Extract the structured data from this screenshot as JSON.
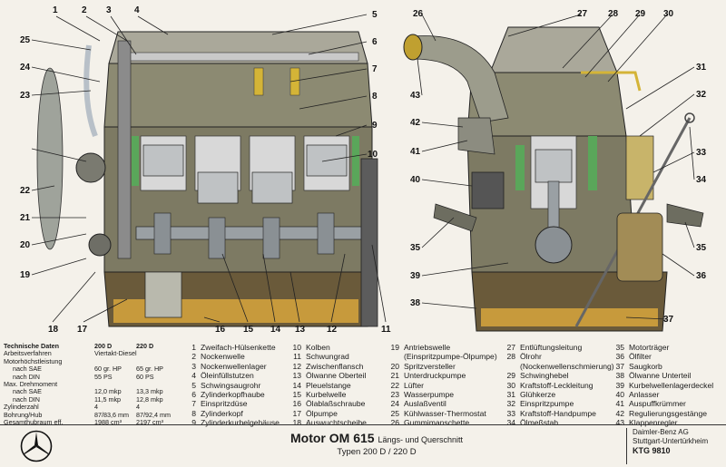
{
  "callouts_left": [
    "1",
    "2",
    "3",
    "4",
    "5",
    "6",
    "7",
    "8",
    "9",
    "10",
    "11",
    "12",
    "13",
    "14",
    "15",
    "16",
    "17",
    "18",
    "19",
    "20",
    "21",
    "22",
    "23",
    "24",
    "25"
  ],
  "callouts_right": [
    "26",
    "27",
    "28",
    "29",
    "30",
    "31",
    "32",
    "33",
    "34",
    "35",
    "36",
    "37",
    "38",
    "39",
    "35",
    "40",
    "41",
    "42",
    "43"
  ],
  "tech": {
    "title": "Technische Daten",
    "col1": "200 D",
    "col2": "220 D",
    "rows": [
      {
        "label": "Arbeitsverfahren",
        "v1": "Viertakt-Diesel",
        "v2": ""
      },
      {
        "label": "Motorhöchstleistung",
        "v1": "",
        "v2": ""
      },
      {
        "label": "nach SAE",
        "v1": "60 gr. HP",
        "v2": "65 gr. HP"
      },
      {
        "label": "nach DIN",
        "v1": "55 PS",
        "v2": "60 PS"
      },
      {
        "label": "Max. Drehmoment",
        "v1": "",
        "v2": ""
      },
      {
        "label": "nach SAE",
        "v1": "12,0 mkp",
        "v2": "13,3 mkp"
      },
      {
        "label": "nach DIN",
        "v1": "11,5 mkp",
        "v2": "12,8 mkp"
      },
      {
        "label": "Zylinderzahl",
        "v1": "4",
        "v2": "4"
      },
      {
        "label": "Bohrung/Hub",
        "v1": "87/83,6 mm",
        "v2": "87/92,4 mm"
      },
      {
        "label": "Gesamthubraum eff.",
        "v1": "1988 cm³",
        "v2": "2197 cm³"
      }
    ]
  },
  "legend": [
    [
      {
        "n": "1",
        "t": "Zweifach-Hülsenkette"
      },
      {
        "n": "2",
        "t": "Nockenwelle"
      },
      {
        "n": "3",
        "t": "Nockenwellenlager"
      },
      {
        "n": "4",
        "t": "Öleinfüllstutzen"
      },
      {
        "n": "5",
        "t": "Schwingsaugrohr"
      },
      {
        "n": "6",
        "t": "Zylinderkopfhaube"
      },
      {
        "n": "7",
        "t": "Einspritzdüse"
      },
      {
        "n": "8",
        "t": "Zylinderkopf"
      },
      {
        "n": "9",
        "t": "Zylinderkurbelgehäuse"
      }
    ],
    [
      {
        "n": "10",
        "t": "Kolben"
      },
      {
        "n": "11",
        "t": "Schwungrad"
      },
      {
        "n": "12",
        "t": "Zwischenflansch"
      },
      {
        "n": "13",
        "t": "Ölwanne Oberteil"
      },
      {
        "n": "14",
        "t": "Pleuelstange"
      },
      {
        "n": "15",
        "t": "Kurbelwelle"
      },
      {
        "n": "16",
        "t": "Ölablaßschraube"
      },
      {
        "n": "17",
        "t": "Ölpumpe"
      },
      {
        "n": "18",
        "t": "Auswuchtscheibe"
      }
    ],
    [
      {
        "n": "19",
        "t": "Antriebswelle"
      },
      {
        "n": "",
        "t": "(Einspritzpumpe-Ölpumpe)"
      },
      {
        "n": "20",
        "t": "Spritzversteller"
      },
      {
        "n": "21",
        "t": "Unterdruckpumpe"
      },
      {
        "n": "22",
        "t": "Lüfter"
      },
      {
        "n": "23",
        "t": "Wasserpumpe"
      },
      {
        "n": "24",
        "t": "Auslaßventil"
      },
      {
        "n": "25",
        "t": "Kühlwasser-Thermostat"
      },
      {
        "n": "26",
        "t": "Gummimanschette"
      }
    ],
    [
      {
        "n": "27",
        "t": "Entlüftungsleitung"
      },
      {
        "n": "28",
        "t": "Ölrohr"
      },
      {
        "n": "",
        "t": "(Nockenwellenschmierung)"
      },
      {
        "n": "29",
        "t": "Schwinghebel"
      },
      {
        "n": "30",
        "t": "Kraftstoff-Leckleitung"
      },
      {
        "n": "31",
        "t": "Glühkerze"
      },
      {
        "n": "32",
        "t": "Einspritzpumpe"
      },
      {
        "n": "33",
        "t": "Kraftstoff-Handpumpe"
      },
      {
        "n": "34",
        "t": "Ölmeßstab"
      }
    ],
    [
      {
        "n": "35",
        "t": "Motorträger"
      },
      {
        "n": "36",
        "t": "Ölfilter"
      },
      {
        "n": "37",
        "t": "Saugkorb"
      },
      {
        "n": "38",
        "t": "Ölwanne Unterteil"
      },
      {
        "n": "39",
        "t": "Kurbelwellenlagerdeckel"
      },
      {
        "n": "40",
        "t": "Anlasser"
      },
      {
        "n": "41",
        "t": "Auspuffkrümmer"
      },
      {
        "n": "42",
        "t": "Regulierungsgestänge"
      },
      {
        "n": "43",
        "t": "Klappenregler"
      }
    ]
  ],
  "footer": {
    "title_main": "Motor OM 615",
    "title_sub": "Längs- und Querschnitt",
    "subtitle": "Typen 200 D / 220 D",
    "company": "Daimler-Benz AG",
    "location": "Stuttgart-Untertürkheim",
    "code": "KTG 9810"
  }
}
